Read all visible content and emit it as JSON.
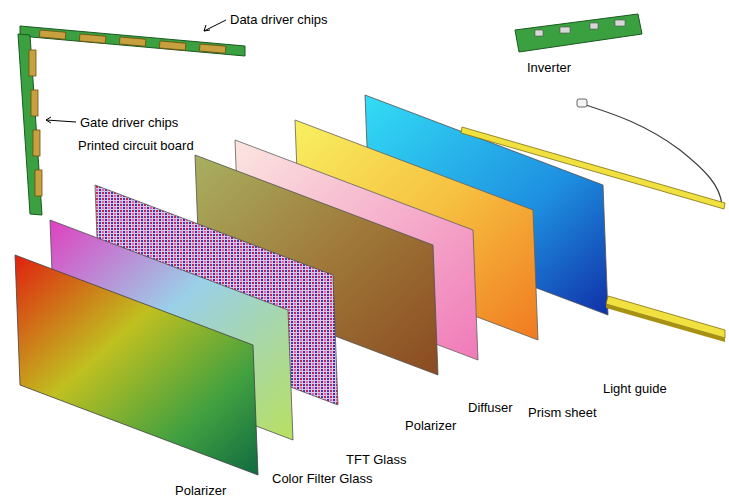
{
  "diagram": {
    "labels": [
      "Data driver chips",
      "Inverter",
      "Gate driver chips",
      "Printed circuit board",
      "Light guide",
      "Prism sheet",
      "Diffuser",
      "Polarizer",
      "TFT Glass",
      "Color Filter Glass",
      "Polarizer"
    ]
  }
}
